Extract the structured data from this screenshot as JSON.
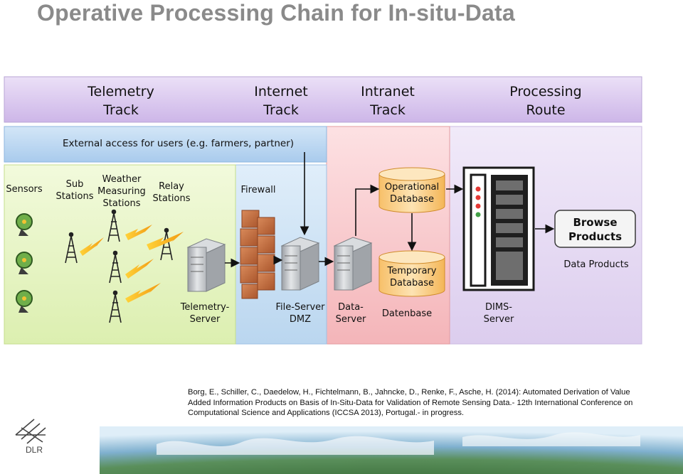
{
  "title": "Operative Processing Chain for In-situ-Data",
  "tracks": [
    {
      "line1": "Telemetry",
      "line2": "Track"
    },
    {
      "line1": "Internet",
      "line2": "Track"
    },
    {
      "line1": "Intranet",
      "line2": "Track"
    },
    {
      "line1": "Processing",
      "line2": "Route"
    }
  ],
  "external_access": "External access for users (e.g. farmers, partner)",
  "labels": {
    "sensors": "Sensors",
    "sub_stations": [
      "Sub",
      "Stations"
    ],
    "weather_stations": [
      "Weather",
      "Measuring",
      "Stations"
    ],
    "relay_stations": [
      "Relay",
      "Stations"
    ],
    "firewall": "Firewall",
    "operational_db": [
      "Operational",
      "Database"
    ],
    "temporary_db": [
      "Temporary",
      "Database"
    ],
    "browse_products": [
      "Browse",
      "Products"
    ],
    "data_products": "Data Products",
    "telemetry_server": [
      "Telemetry-",
      "Server"
    ],
    "file_server": [
      "File-Server",
      "DMZ"
    ],
    "data_server": [
      "Data-",
      "Server"
    ],
    "datenbase": "Datenbase",
    "dims_server": [
      "DIMS-",
      "Server"
    ]
  },
  "citation": "Borg, E., Schiller, C., Daedelow, H., Fichtelmann, B., Jahncke, D., Renke, F., Asche, H. (2014): Automated Derivation of Value Added Information Products on Basis of In-Situ-Data for Validation of Remote Sensing Data.- 12th International Conference on Computational Science and Applications (ICCSA 2013), Portugal.- in progress.",
  "logo_text": "DLR",
  "icons": [
    "satellite-dish-icon",
    "radio-tower-icon",
    "lightning-icon",
    "server-icon",
    "firewall-icon",
    "database-icon",
    "rack-server-icon",
    "arrow-icon"
  ],
  "colors": {
    "header_band": "#d9c6ee",
    "external_band": "#b9d6f0",
    "telemetry_zone": "#e7f5c4",
    "internet_zone": "#cfe3f5",
    "intranet_zone": "#f8c9cc",
    "processing_zone": "#e7dcf2",
    "db_fill": "#fbd79a",
    "title_gray": "#8a8a8a"
  }
}
